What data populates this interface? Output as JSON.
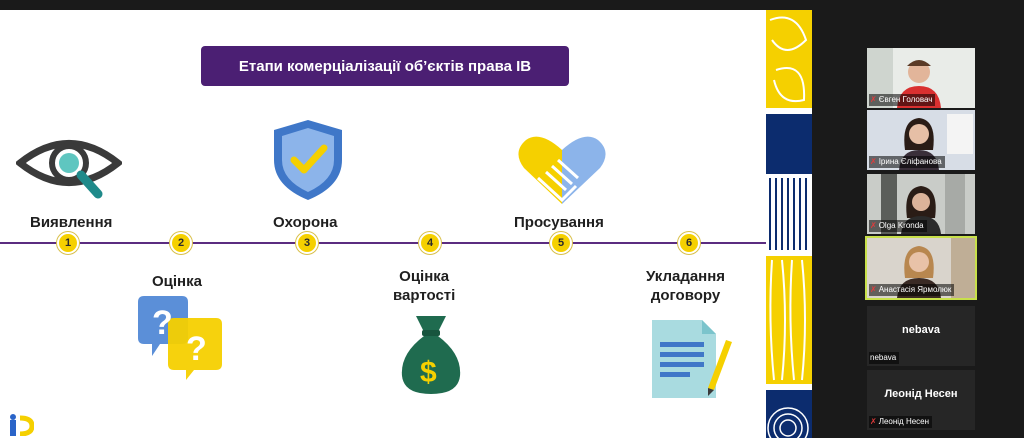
{
  "slide": {
    "title": "Етапи комерціалізації об’єктів права ІВ",
    "stages": [
      {
        "number": "1",
        "label": "Виявлення",
        "icon": "eye-magnifier-icon"
      },
      {
        "number": "2",
        "label": "Оцінка",
        "icon": "question-bubbles-icon"
      },
      {
        "number": "3",
        "label": "Охорона",
        "icon": "shield-check-icon"
      },
      {
        "number": "4",
        "label": "Оцінка вартості",
        "label_line1": "Оцінка",
        "label_line2": "вартості",
        "icon": "money-bag-icon"
      },
      {
        "number": "5",
        "label": "Просування",
        "icon": "handshake-heart-icon"
      },
      {
        "number": "6",
        "label": "Укладання договору",
        "label_line1": "Укладання",
        "label_line2": "договору",
        "icon": "contract-document-icon"
      }
    ],
    "colors": {
      "title_bg": "#4b1f73",
      "timeline": "#5b2c80",
      "accent_yellow": "#f5d000",
      "accent_blue": "#5b8fd8",
      "dark_green": "#1f6b4f"
    }
  },
  "participants": [
    {
      "name": "Євген Головач",
      "muted": true,
      "video": true
    },
    {
      "name": "Ірина Єліфанова",
      "muted": true,
      "video": true
    },
    {
      "name": "Olga Kronda",
      "muted": true,
      "video": true
    },
    {
      "name": "Анастасія Ярмолюк",
      "muted": true,
      "video": true,
      "active_speaker": true
    },
    {
      "name": "nebava",
      "display_text": "nebava",
      "muted": false,
      "video": false
    },
    {
      "name": "Леонід Несен",
      "display_text": "Леонід Несен",
      "muted": true,
      "video": false
    }
  ]
}
